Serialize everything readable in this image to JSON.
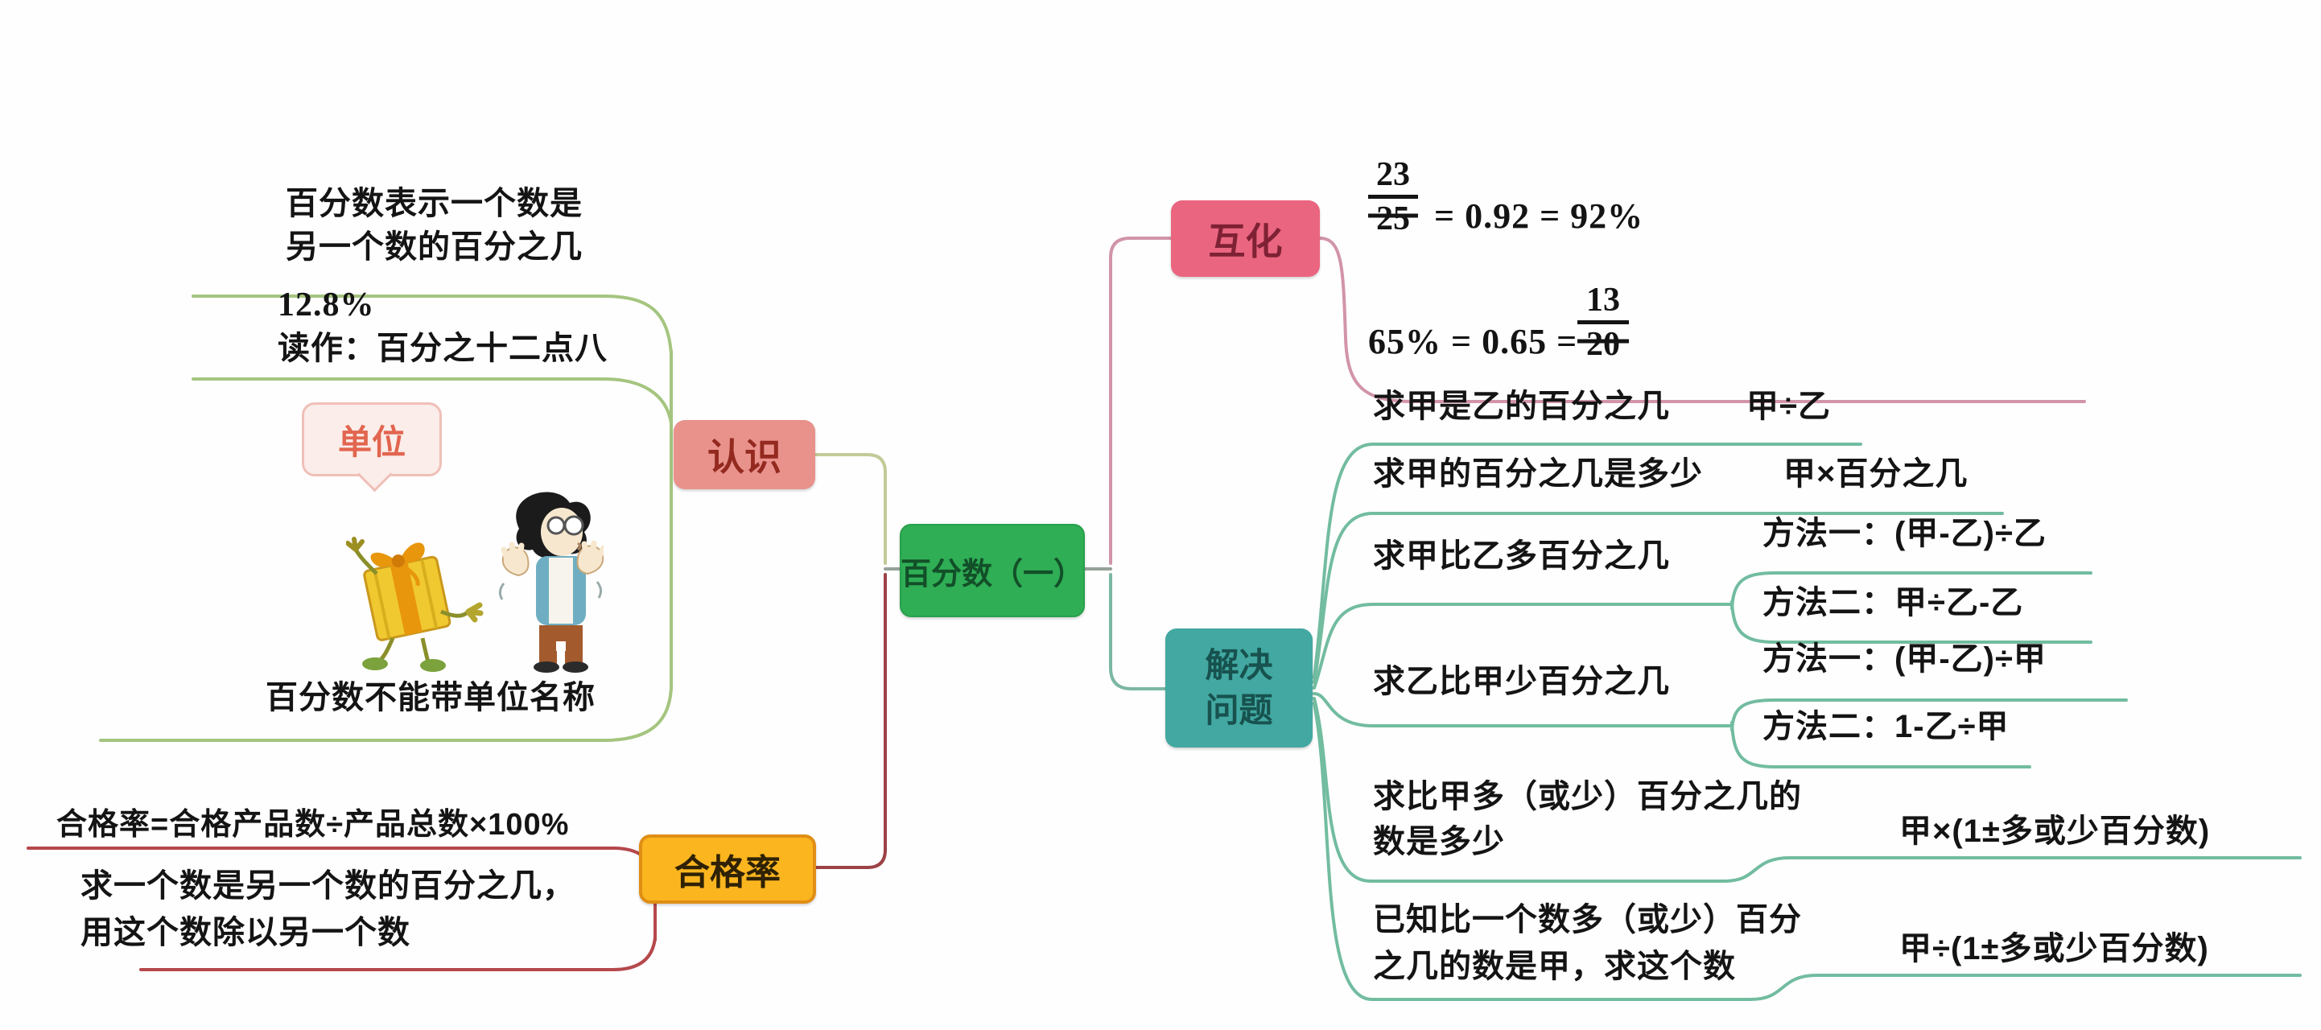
{
  "root": {
    "label": "百分数（一）"
  },
  "branches": {
    "renshi": {
      "label": "认识",
      "definition_line1": "百分数表示一个数是",
      "definition_line2": "另一个数的百分之几",
      "example_value": "12.8%",
      "example_reading": "读作：百分之十二点八",
      "unit_bubble": "单位",
      "unit_note": "百分数不能带单位名称"
    },
    "huhua": {
      "label": "互化",
      "eq1": {
        "num": "23",
        "den": "25",
        "rest": "= 0.92 = 92%"
      },
      "eq2": {
        "lead": "65% = 0.65 =",
        "num": "13",
        "den": "20"
      }
    },
    "hegelv": {
      "label": "合格率",
      "formula": "合格率=合格产品数÷产品总数×100%",
      "note_line1": "求一个数是另一个数的百分之几，",
      "note_line2": "用这个数除以另一个数"
    },
    "jiejue": {
      "label_line1": "解决",
      "label_line2": "问题",
      "items": [
        {
          "q": "求甲是乙的百分之几",
          "f": "甲÷乙"
        },
        {
          "q": "求甲的百分之几是多少",
          "f": "甲×百分之几"
        },
        {
          "q": "求甲比乙多百分之几",
          "m1": "方法一：(甲-乙)÷乙",
          "m2": "方法二：甲÷乙-乙"
        },
        {
          "q": "求乙比甲少百分之几",
          "m1": "方法一：(甲-乙)÷甲",
          "m2": "方法二：1-乙÷甲"
        },
        {
          "q1": "求比甲多（或少）百分之几的",
          "q2": "数是多少",
          "f": "甲×(1±多或少百分数)"
        },
        {
          "q1": "已知比一个数多（或少）百分",
          "q2": "之几的数是甲，求这个数",
          "f": "甲÷(1±多或少百分数)"
        }
      ]
    }
  },
  "colors": {
    "root_green": "#2FAE55",
    "renshi_salmon": "#E8928B",
    "huhua_pink": "#EA6580",
    "jiejue_teal": "#42A8A1",
    "hegelv_amber": "#FBB51F",
    "branch_line_green": "#A4C57F",
    "branch_line_teal": "#72BCA0",
    "branch_line_maroon": "#9C4247",
    "branch_line_pink": "#D294A8"
  }
}
